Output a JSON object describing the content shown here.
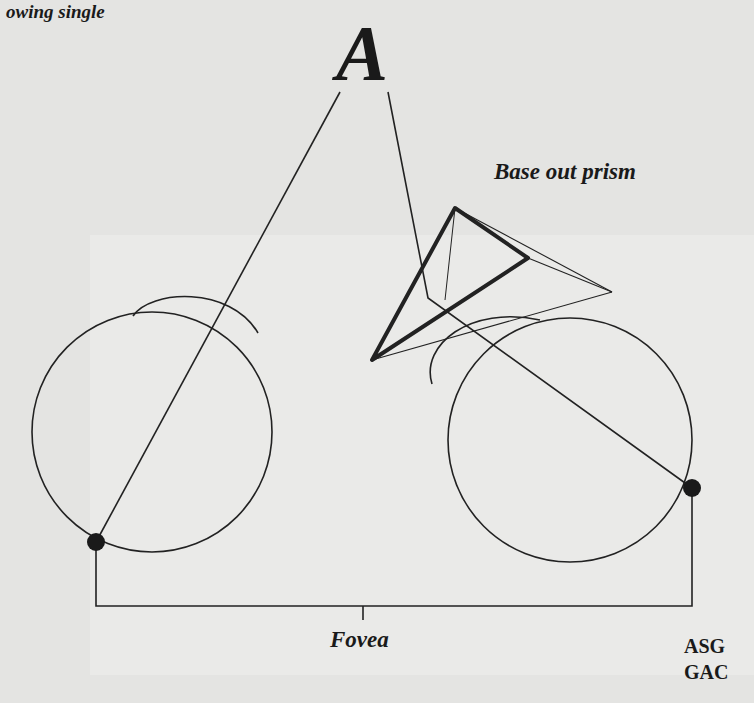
{
  "diagram": {
    "labels": [
      "owing single",
      "A",
      "Base out prism",
      "Fovea",
      "ASG",
      "GAC"
    ]
  }
}
